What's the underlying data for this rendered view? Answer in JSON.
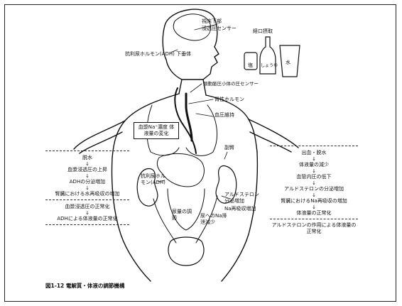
{
  "labels": {
    "hypothalamus": "視床下部",
    "osmoreceptor": "浸透圧センサー",
    "adh_pituitary": "抗利尿ホルモン(ADH) 下垂体",
    "oral_intake": "経口摂取",
    "salt": "塩",
    "soy_sauce": "しょうゆ",
    "water": "水",
    "baroreceptor": "頸動脈圧小体の圧センサー",
    "renin": "腎性ホルモン",
    "bp_maintenance": "血圧維持",
    "plasma_na": "血漿Na⁺濃度 体液量の変化",
    "adrenal": "副腎",
    "adh_kidney": "抗利尿ホルモン(ADH)",
    "aldosterone_secretion": "アルドステロン 分泌増加",
    "na_reabsorption": "Na再吸収増加",
    "urine_adjust": "尿量の調節",
    "na_excretion_urine": "尿へのNa排泄減少",
    "caption": "図1-12 電解質・体液の調節機構"
  },
  "left_flow": [
    "脱水",
    "血漿浸透圧の上昇",
    "ADHの分泌増加",
    "腎臓における水再吸収の増加",
    "血漿浸透圧の正常化",
    "ADHによる体液量の正常化"
  ],
  "right_flow": [
    "出血・脱水",
    "体液量の減少",
    "血管内圧の低下",
    "アルドステロンの分泌増加",
    "腎臓におけるNa再吸収の増加",
    "体液量の正常化",
    "アルドステロンの作用による体液量の正常化"
  ],
  "colors": {
    "ink": "#111111",
    "paper": "#ffffff"
  }
}
